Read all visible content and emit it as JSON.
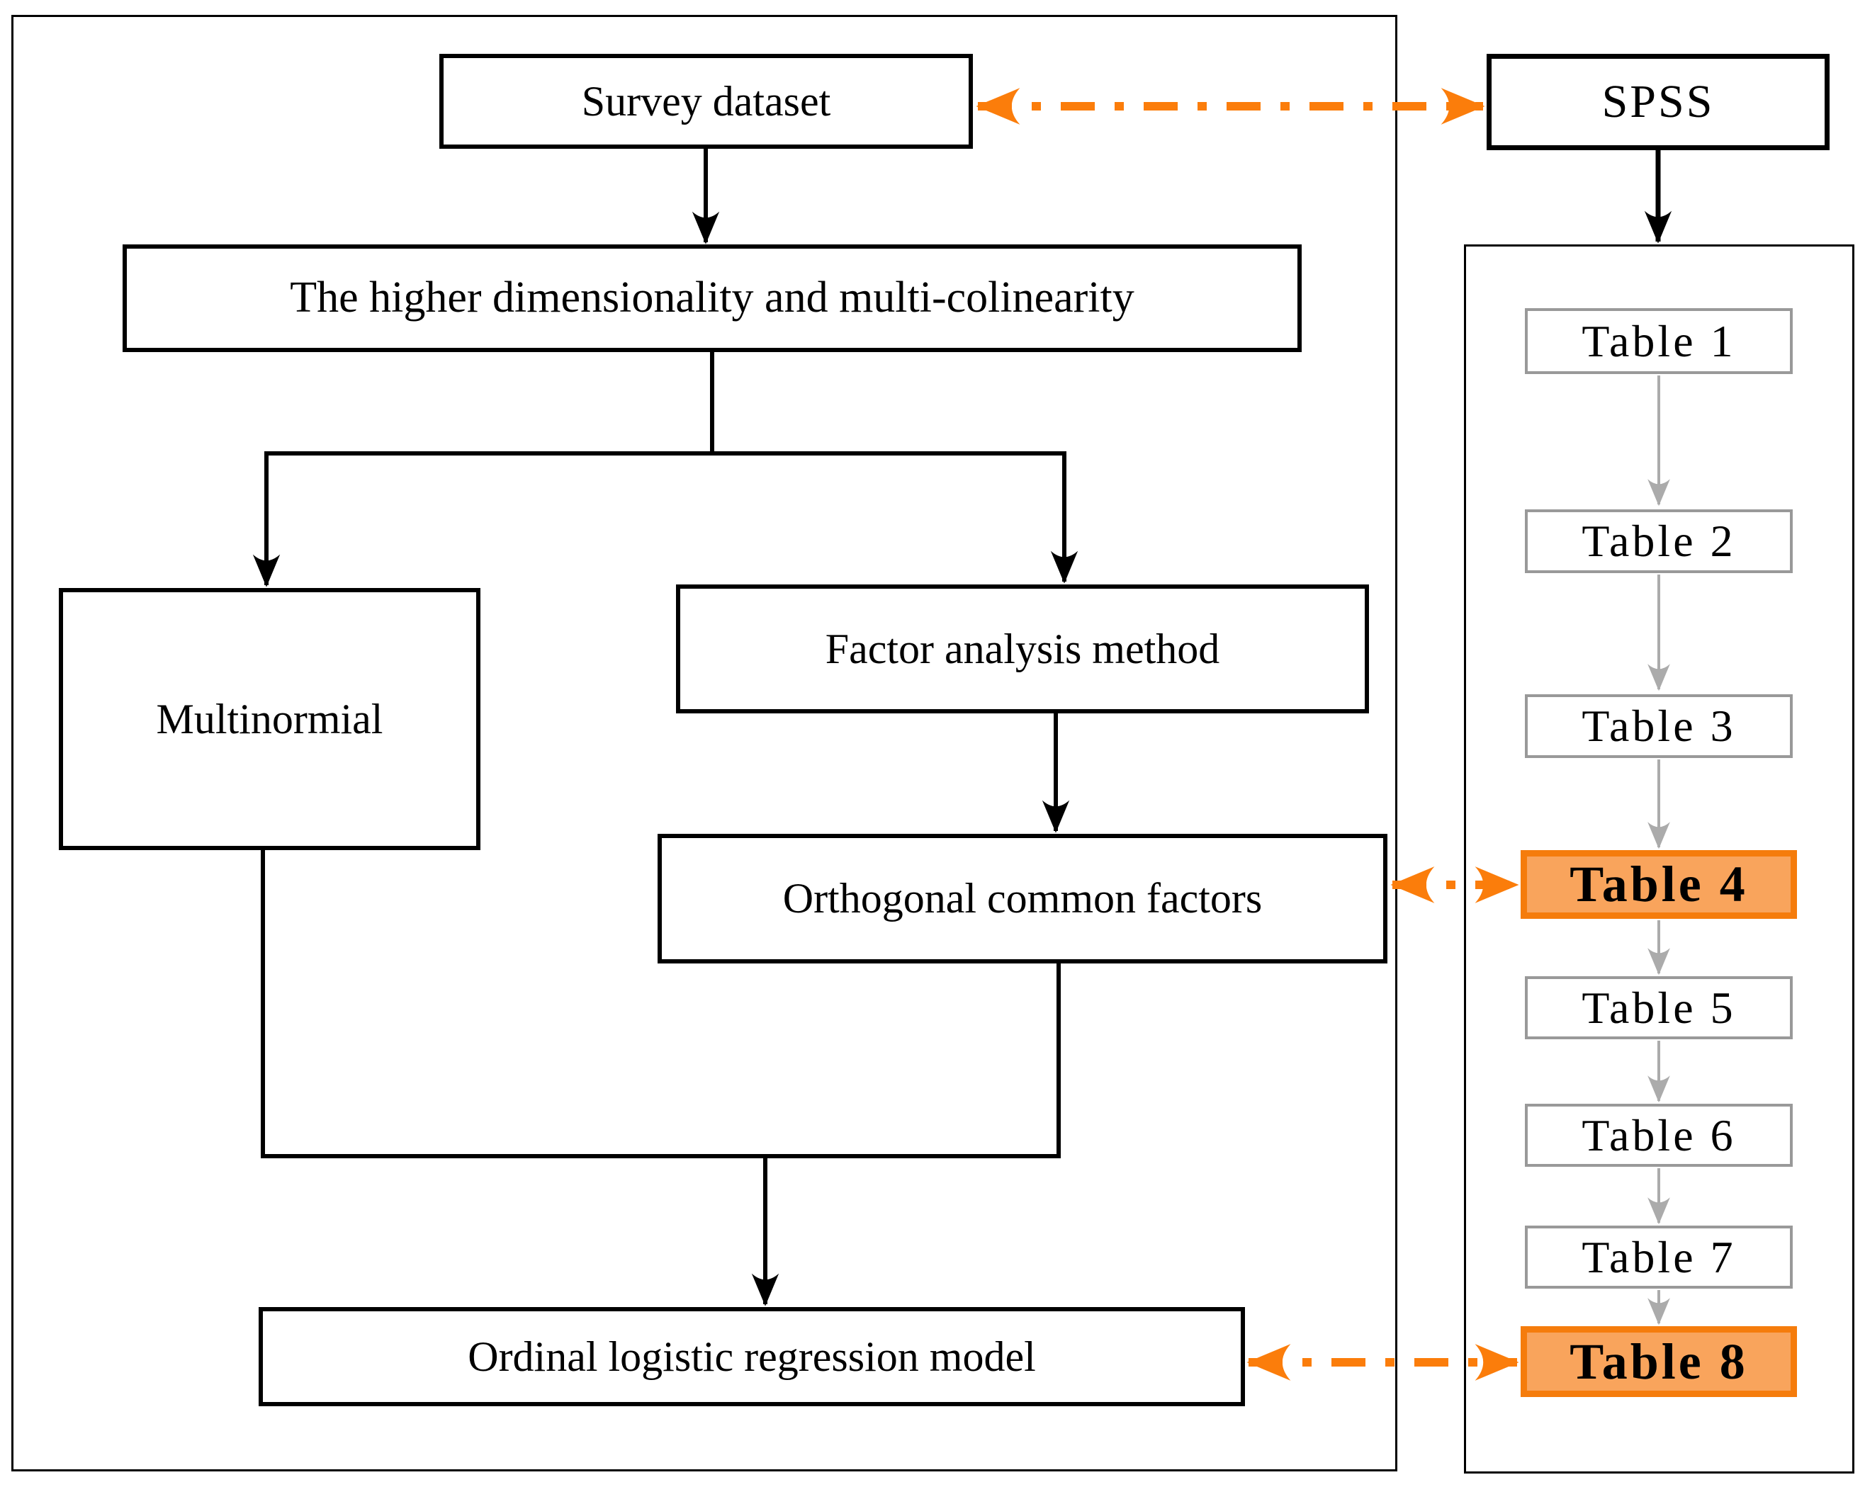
{
  "colors": {
    "orange-arrow": "#FB7D0B",
    "orange-box-border": "#F57C0C",
    "orange-box-fill": "#F9A45C",
    "gray-arrow": "#ABABAB",
    "gray-box-border": "#999999",
    "line-black": "#000000",
    "background": "#FFFFFF"
  },
  "flowchart": {
    "survey": "Survey dataset",
    "dimensionality": "The higher dimensionality and multi-colinearity",
    "multinormial": "Multinormial",
    "factor_analysis": "Factor analysis method",
    "orthogonal": "Orthogonal common factors",
    "ordinal": "Ordinal logistic regression model"
  },
  "spss_column": {
    "spss": "SPSS",
    "tables": [
      {
        "label": "Table 1",
        "highlighted": false
      },
      {
        "label": "Table 2",
        "highlighted": false
      },
      {
        "label": "Table 3",
        "highlighted": false
      },
      {
        "label": "Table 4",
        "highlighted": true
      },
      {
        "label": "Table 5",
        "highlighted": false
      },
      {
        "label": "Table 6",
        "highlighted": false
      },
      {
        "label": "Table 7",
        "highlighted": false
      },
      {
        "label": "Table 8",
        "highlighted": true
      }
    ]
  }
}
